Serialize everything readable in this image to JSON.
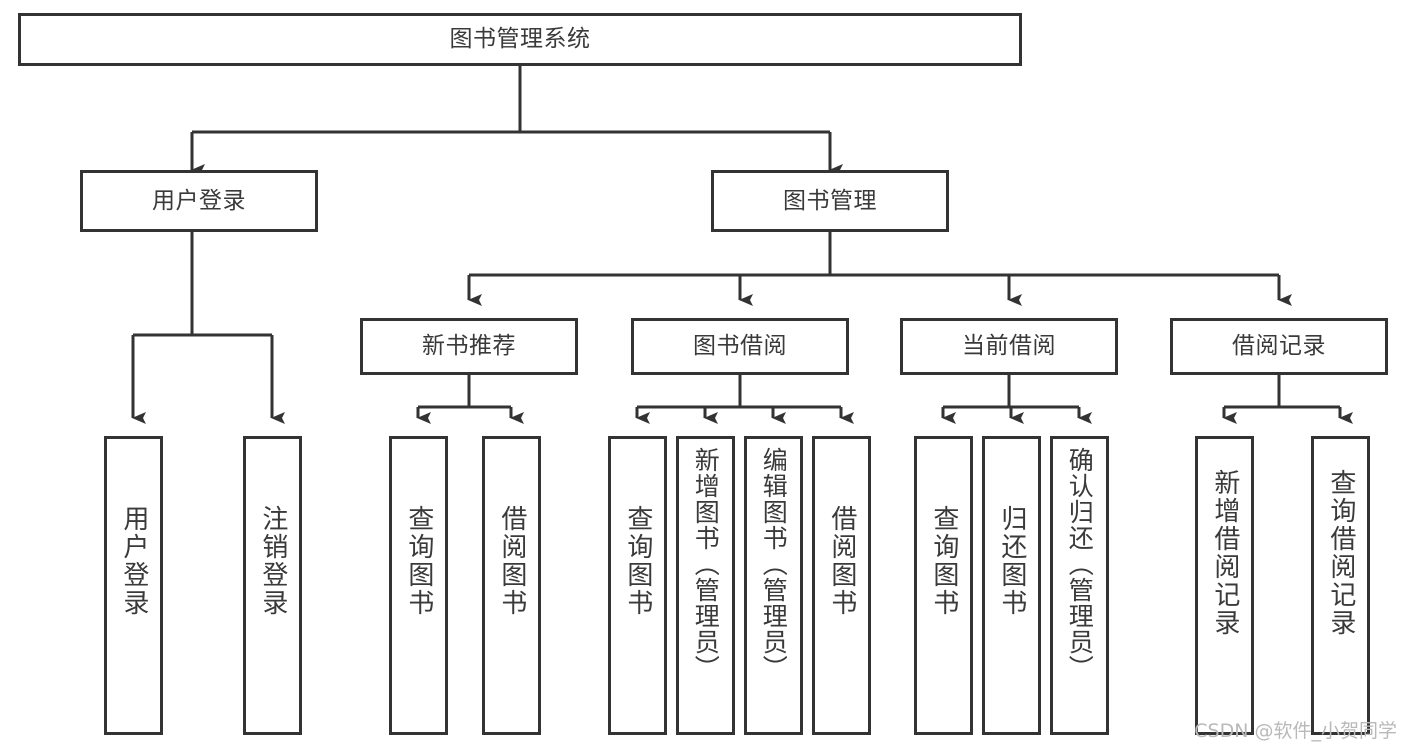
{
  "diagram": {
    "type": "tree-hierarchy-chart",
    "title": "图书管理系统",
    "stroke_color": "#333333",
    "text_color": "#3a3a3a",
    "background_color": "#ffffff",
    "root": {
      "id": "root",
      "label": "图书管理系统"
    },
    "level2": [
      {
        "id": "user-login",
        "label": "用户登录"
      },
      {
        "id": "book-management",
        "label": "图书管理"
      }
    ],
    "level3": [
      {
        "id": "new-book-recommend",
        "label": "新书推荐",
        "parent": "book-management"
      },
      {
        "id": "book-borrow",
        "label": "图书借阅",
        "parent": "book-management"
      },
      {
        "id": "current-borrow",
        "label": "当前借阅",
        "parent": "book-management"
      },
      {
        "id": "borrow-record",
        "label": "借阅记录",
        "parent": "book-management"
      }
    ],
    "leaves": [
      {
        "id": "leaf-user-login",
        "label": "用户登录",
        "parent": "user-login"
      },
      {
        "id": "leaf-logout",
        "label": "注销登录",
        "parent": "user-login"
      },
      {
        "id": "leaf-query-book-1",
        "label": "查询图书",
        "parent": "new-book-recommend"
      },
      {
        "id": "leaf-borrow-book-1",
        "label": "借阅图书",
        "parent": "new-book-recommend"
      },
      {
        "id": "leaf-query-book-2",
        "label": "查询图书",
        "parent": "book-borrow"
      },
      {
        "id": "leaf-add-book",
        "label": "新增图书（管理员）",
        "parent": "book-borrow"
      },
      {
        "id": "leaf-edit-book",
        "label": "编辑图书（管理员）",
        "parent": "book-borrow"
      },
      {
        "id": "leaf-borrow-book-2",
        "label": "借阅图书",
        "parent": "book-borrow"
      },
      {
        "id": "leaf-query-book-3",
        "label": "查询图书",
        "parent": "current-borrow"
      },
      {
        "id": "leaf-return-book",
        "label": "归还图书",
        "parent": "current-borrow"
      },
      {
        "id": "leaf-confirm-return",
        "label": "确认归还（管理员）",
        "parent": "current-borrow"
      },
      {
        "id": "leaf-add-record",
        "label": "新增借阅记录",
        "parent": "borrow-record"
      },
      {
        "id": "leaf-query-record",
        "label": "查询借阅记录",
        "parent": "borrow-record"
      }
    ]
  },
  "watermark": {
    "text": "CSDN @软件_小贺同学"
  }
}
